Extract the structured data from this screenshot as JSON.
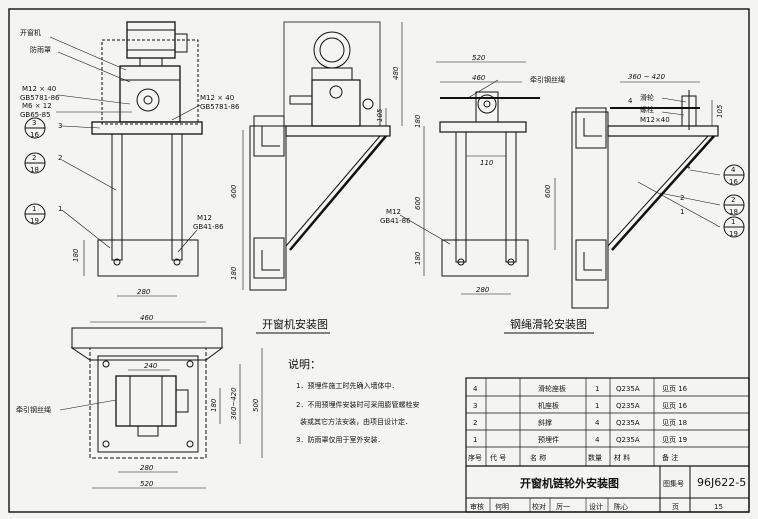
{
  "labels": {
    "window_opener": "开窗机",
    "rain_cover": "防雨罩",
    "bolt_m12x40": "M12 × 40",
    "gb5781_a": "GB5781-86",
    "bolt_m6x12": "M6 × 12",
    "gb65": "GB65-85",
    "bolt_m12x40_b": "M12 × 40",
    "gb5781_b": "GB5781-86",
    "m12": "M12",
    "gb41": "GB41-86",
    "m12_b": "M12",
    "gb41_b": "GB41-86",
    "pull_wire": "牵引钢丝绳",
    "pull_wire_b": "牵引钢丝绳",
    "pulley": "滑轮",
    "bolt": "螺栓",
    "m12x40_c": "M12×40"
  },
  "callouts": [
    {
      "num": "3",
      "den": "16"
    },
    {
      "num": "2",
      "den": "18"
    },
    {
      "num": "1",
      "den": "19"
    },
    {
      "num": "4",
      "den": "16"
    },
    {
      "num": "2",
      "den": "18"
    },
    {
      "num": "1",
      "den": "19"
    }
  ],
  "leader_numbers": [
    "3",
    "2",
    "1",
    "4",
    "4",
    "2",
    "1"
  ],
  "dimensions": {
    "d180_left": "180",
    "d280_front": "280",
    "d600_side": "600",
    "d480": "480",
    "d105": "105",
    "d180_side": "180",
    "d520": "520",
    "d460": "460",
    "d110": "110",
    "d600_pulley": "600",
    "d180_pulley": "180",
    "d280_pulley": "280",
    "d360_420": "360 ~ 420",
    "d105_b": "105",
    "d460_plan": "460",
    "d240": "240",
    "d180_plan": "180",
    "d360_420_plan": "360~420",
    "d500": "500",
    "d280_plan": "280",
    "d520_plan": "520"
  },
  "view_titles": {
    "opener_install": "开窗机安装图",
    "pulley_install": "钢绳滑轮安装图"
  },
  "notes": {
    "heading": "说明：",
    "items": [
      "1．预埋件施工时先确入墙体中．",
      "2．不用预埋件安装时可采用膨管螺栓安",
      "装或其它方法安装，由项目设计定．",
      "3．防雨罩仅用于室外安装．"
    ]
  },
  "parts_table": {
    "rows": [
      {
        "no": "4",
        "code": "",
        "name": "滑轮座板",
        "qty": "1",
        "material": "Q235A",
        "remark": "见页 16"
      },
      {
        "no": "3",
        "code": "",
        "name": "机座板",
        "qty": "1",
        "material": "Q235A",
        "remark": "见页 16"
      },
      {
        "no": "2",
        "code": "",
        "name": "斜撑",
        "qty": "4",
        "material": "Q235A",
        "remark": "见页 18"
      },
      {
        "no": "1",
        "code": "",
        "name": "预埋件",
        "qty": "4",
        "material": "Q235A",
        "remark": "见页 19"
      }
    ],
    "header": {
      "no": "序号",
      "code": "代 号",
      "name": "名    称",
      "qty": "数量",
      "material": "材   料",
      "remark": "备          注"
    }
  },
  "title_block": {
    "title": "开窗机链轮外安装图",
    "atlas_label": "图集号",
    "atlas_no": "96J622-5",
    "review": "审核",
    "review_sig": "何明",
    "check": "校对",
    "check_sig": "厉一",
    "design": "设计",
    "design_sig": "陈心",
    "page_label": "页",
    "page_no": "15"
  }
}
